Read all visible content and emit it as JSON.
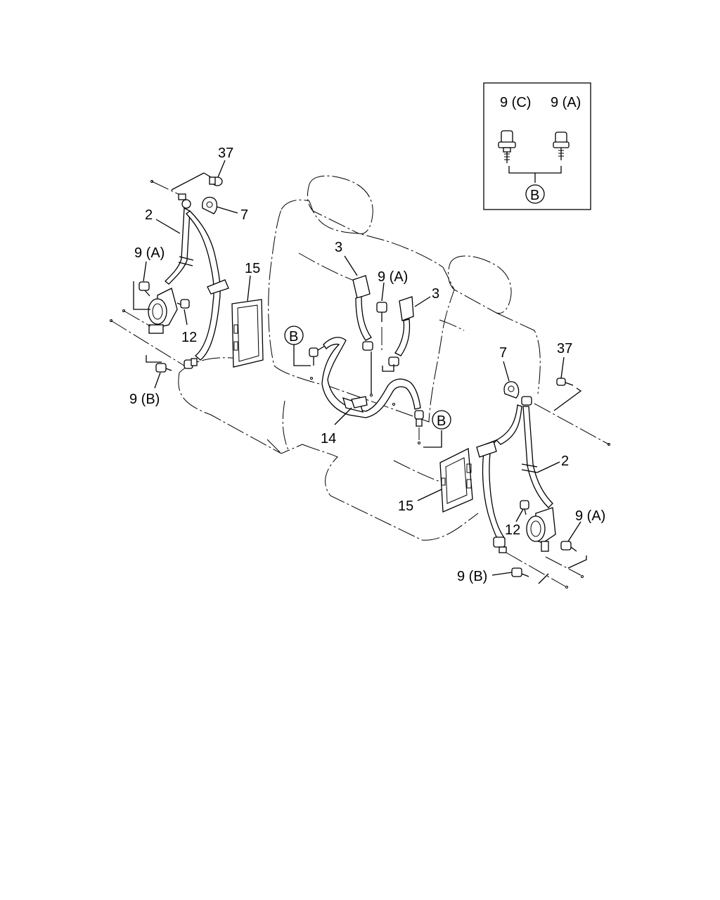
{
  "inset": {
    "label_left": "9 (C)",
    "label_right": "9 (A)",
    "group_label": "B"
  },
  "labels": {
    "l37": "37",
    "l7": "7",
    "l2": "2",
    "l9a": "9 (A)",
    "l12": "12",
    "l9b": "9 (B)",
    "l15": "15",
    "l3a": "3",
    "l9a_mid": "9 (A)",
    "l3b": "3",
    "lB1": "B",
    "l14": "14",
    "lB2": "B",
    "l15r": "15",
    "l7r": "7",
    "l37r": "37",
    "l2r": "2",
    "l12r": "12",
    "l9ar": "9 (A)",
    "l9br": "9 (B)"
  }
}
